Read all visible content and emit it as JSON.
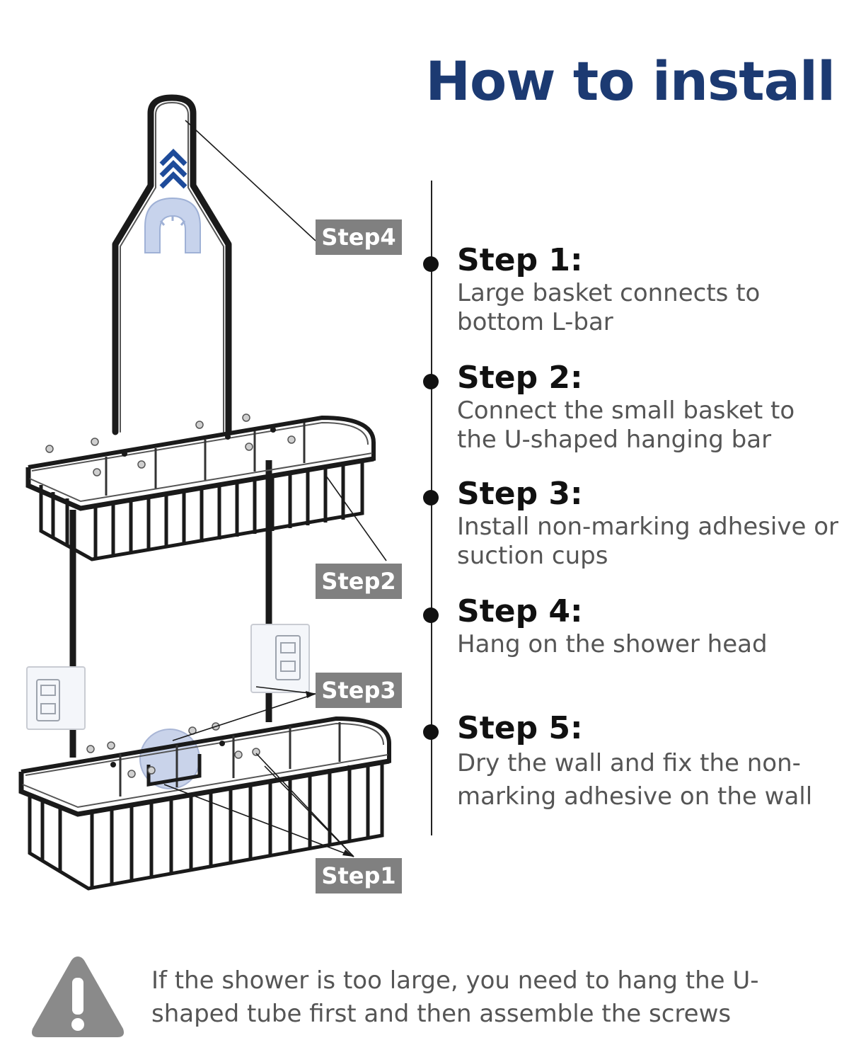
{
  "header": {
    "title": "How to install"
  },
  "steps": [
    {
      "title": "Step 1:",
      "description": "Large basket connects to bottom L-bar"
    },
    {
      "title": "Step 2:",
      "description": "Connect the small basket to the U-shaped hanging bar"
    },
    {
      "title": "Step 3:",
      "description": "Install non-marking adhesive or suction cups"
    },
    {
      "title": "Step 4:",
      "description": "Hang on the shower head"
    },
    {
      "title": "Step 5:",
      "description": "Dry the wall and fix the non-marking adhesive on the wall"
    }
  ],
  "diagram_labels": {
    "step4": "Step4",
    "step2": "Step2",
    "step3": "Step3",
    "step1": "Step1"
  },
  "note": {
    "icon": "warning-icon",
    "text": "If the shower is too large, you need to hang the U-shaped tube first and then assemble the screws"
  },
  "colors": {
    "title": "#1c3a72",
    "label_bg": "#808080",
    "rack": "#1a1a1a",
    "arrows": "#1e4b9a",
    "rubber": "#c7d3ec"
  }
}
